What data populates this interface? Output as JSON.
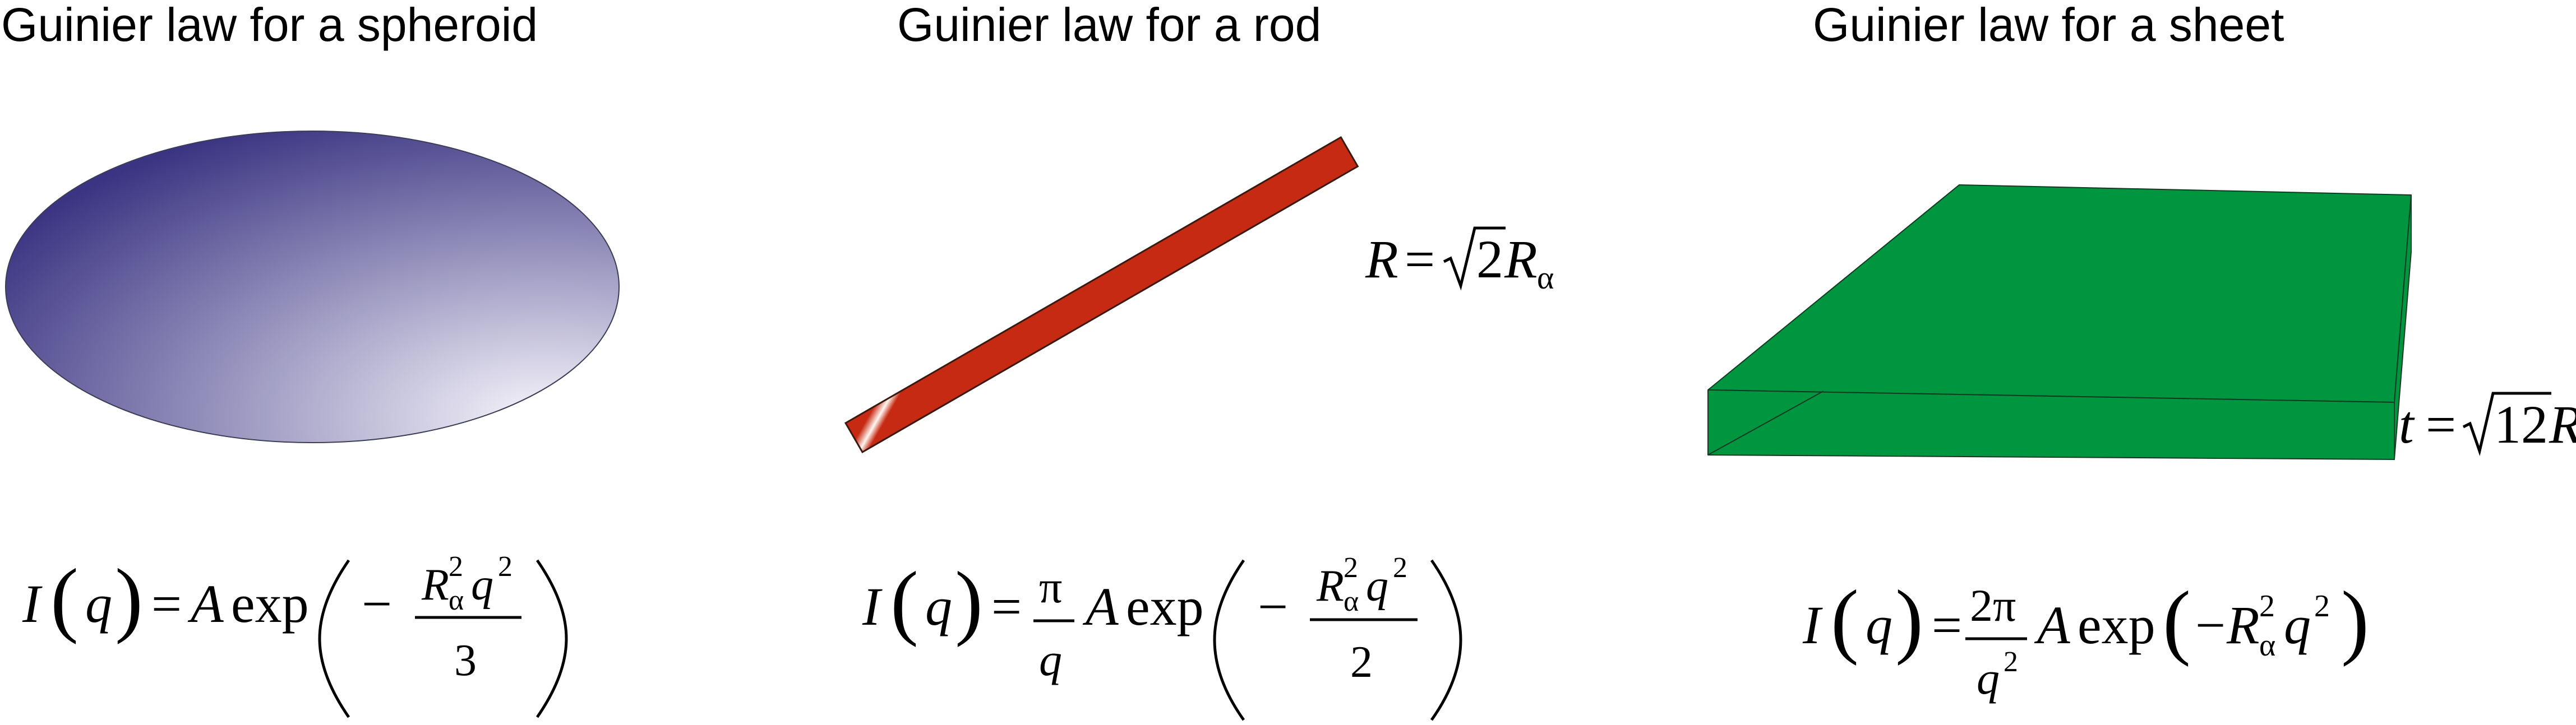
{
  "panels": [
    {
      "title": "Guinier law for a spheroid",
      "shape_icon": "spheroid-icon",
      "shape_colors": {
        "dark": "#3b3482",
        "light": "#f6f5fb",
        "outline": "#3b3c55"
      },
      "formula": {
        "lhs_fn": "I",
        "lhs_var": "q",
        "equals": "=",
        "prefix_num": "",
        "prefix_den": "",
        "amplitude": "A",
        "exp": "exp",
        "minus": "−",
        "num_R": "R",
        "num_sub": "α",
        "num_sup": "2",
        "num_q": "q",
        "num_q_sup": "2",
        "den": "3"
      }
    },
    {
      "title": "Guinier law for a rod",
      "shape_icon": "rod-icon",
      "shape_colors": {
        "dark": "#c62a12",
        "light": "#fff6f1",
        "outline": "#3a1a10"
      },
      "dimension": {
        "lhs": "R",
        "equals": "=",
        "radicand": "2",
        "R": "R",
        "sub": "α"
      },
      "formula": {
        "lhs_fn": "I",
        "lhs_var": "q",
        "equals": "=",
        "prefix_num": "π",
        "prefix_den": "q",
        "amplitude": "A",
        "exp": "exp",
        "minus": "−",
        "num_R": "R",
        "num_sub": "α",
        "num_sup": "2",
        "num_q": "q",
        "num_q_sup": "2",
        "den": "2"
      }
    },
    {
      "title": "Guinier law for a sheet",
      "shape_icon": "sheet-icon",
      "shape_colors": {
        "fill": "#00953f",
        "outline": "#123a22"
      },
      "dimension": {
        "lhs": "t",
        "equals": "=",
        "radicand": "12",
        "R": "R",
        "sub": "α"
      },
      "formula": {
        "lhs_fn": "I",
        "lhs_var": "q",
        "equals": "=",
        "prefix_num": "2π",
        "prefix_den": "q",
        "prefix_den_sup": "2",
        "amplitude": "A",
        "exp": "exp",
        "minus": "−",
        "num_R": "R",
        "num_sub": "α",
        "num_sup": "2",
        "num_q": "q",
        "num_q_sup": "2"
      }
    }
  ]
}
